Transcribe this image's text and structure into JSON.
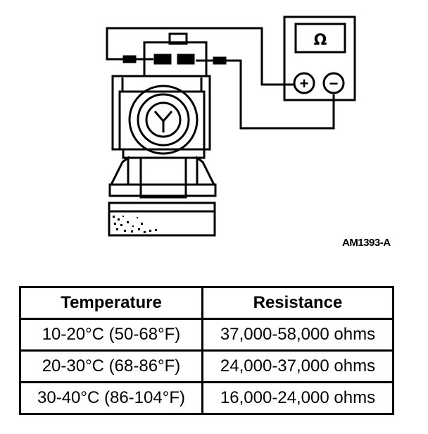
{
  "meter": {
    "symbol": "Ω",
    "positive_symbol": "+",
    "negative_symbol": "−"
  },
  "figure_code": "AM1393-A",
  "table": {
    "headers": [
      "Temperature",
      "Resistance"
    ],
    "rows": [
      [
        "10-20°C (50-68°F)",
        "37,000-58,000 ohms"
      ],
      [
        "20-30°C (68-86°F)",
        "24,000-37,000 ohms"
      ],
      [
        "30-40°C (86-104°F)",
        "16,000-24,000 ohms"
      ]
    ]
  },
  "colors": {
    "ink": "#000000",
    "paper": "#ffffff"
  }
}
